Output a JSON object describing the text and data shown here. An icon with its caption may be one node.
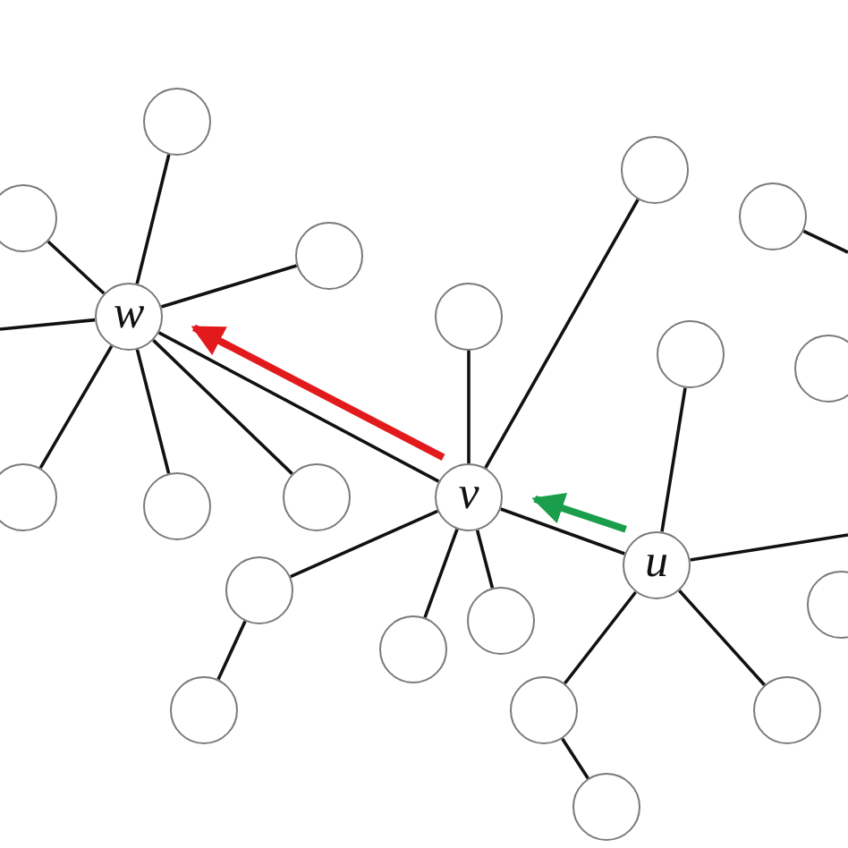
{
  "diagram": {
    "nodes": [
      {
        "text": [],
        "shape": "circle"
      },
      {
        "text": [],
        "shape": "circle"
      },
      {
        "text": [],
        "shape": "circle"
      },
      {
        "text": [],
        "shape": "circle"
      },
      {
        "text": [],
        "shape": "circle"
      },
      {
        "text": [
          "w"
        ]
      },
      {
        "text": [],
        "shape": "circle"
      },
      {
        "text": [],
        "shape": "circle"
      },
      {
        "text": [],
        "shape": "circle"
      },
      {
        "text": [],
        "shape": "circle"
      },
      {
        "text": [],
        "shape": "circle"
      },
      {
        "text": [
          "v"
        ]
      },
      {
        "text": [],
        "shape": "circle"
      },
      {
        "text": [
          "u"
        ]
      },
      {
        "text": [],
        "shape": "circle"
      },
      {
        "text": [],
        "shape": "circle"
      },
      {
        "text": [],
        "shape": "circle"
      },
      {
        "text": [],
        "shape": "circle"
      },
      {
        "text": [],
        "shape": "circle"
      },
      {
        "text": [],
        "shape": "circle"
      },
      {
        "text": [],
        "shape": "circle"
      },
      {
        "text": [],
        "shape": "circle"
      }
    ],
    "edges": [
      {
        "from": 5,
        "to": 0,
        "arrow": "none"
      },
      {
        "from": 5,
        "to": 3,
        "arrow": "none"
      },
      {
        "from": 5,
        "to": 4,
        "arrow": "none"
      },
      {
        "from": 5,
        "to": 9,
        "arrow": "none"
      },
      {
        "from": 5,
        "to": 12,
        "arrow": "none"
      },
      {
        "from": 5,
        "to": 10,
        "arrow": "none"
      },
      {
        "from": 5,
        "to": 11,
        "arrow": "none"
      },
      {
        "from": null,
        "to": 5,
        "arrow": "none"
      },
      {
        "from": 11,
        "to": 6,
        "arrow": "none"
      },
      {
        "from": 11,
        "to": 1,
        "arrow": "none"
      },
      {
        "from": 11,
        "to": 14,
        "arrow": "none"
      },
      {
        "from": 11,
        "to": 17,
        "arrow": "none"
      },
      {
        "from": 11,
        "to": 16,
        "arrow": "none"
      },
      {
        "from": 11,
        "to": 13,
        "arrow": "none"
      },
      {
        "from": 14,
        "to": 18,
        "arrow": "none"
      },
      {
        "from": 13,
        "to": 7,
        "arrow": "none"
      },
      {
        "from": 13,
        "to": 19,
        "arrow": "none"
      },
      {
        "from": 13,
        "to": 20,
        "arrow": "none"
      },
      {
        "from": 19,
        "to": 21,
        "arrow": "none"
      },
      {
        "from": null,
        "to": 13,
        "arrow": "none"
      },
      {
        "from": null,
        "to": 2,
        "arrow": "none"
      },
      {
        "from": 11,
        "to": 5,
        "arrow": "to",
        "style": "thick",
        "color": "#e31a1c"
      },
      {
        "from": 13,
        "to": 11,
        "arrow": "to",
        "style": "thick",
        "color": "#1a9e4b"
      }
    ]
  }
}
